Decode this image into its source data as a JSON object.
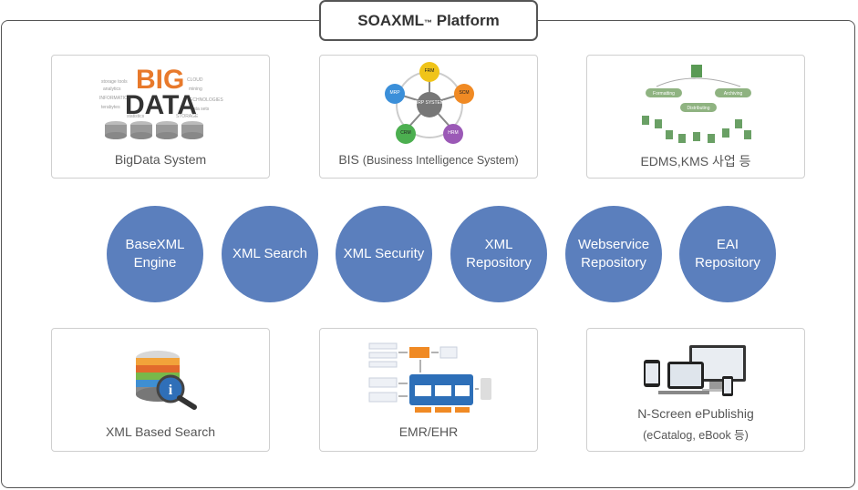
{
  "platform": {
    "title": "SOAXML",
    "tm": "™",
    "title_suffix": " Platform"
  },
  "cards_top": [
    {
      "label": "BigData System",
      "illustration": "big-data-word-cloud",
      "word_big": "BIG",
      "word_data": "DATA"
    },
    {
      "label": "BIS",
      "label_detail": "(Business Intelligence System)",
      "illustration": "erp-system-diagram",
      "center": "ERP SYSTEM",
      "nodes": [
        "FRM",
        "SCM",
        "HRM",
        "CRM",
        "MRP"
      ]
    },
    {
      "label": "EDMS,KMS 사업 등",
      "illustration": "document-lifecycle-diagram",
      "steps": [
        "Formatting",
        "Archiving",
        "Distributing"
      ]
    }
  ],
  "services": [
    {
      "line1": "BaseXML",
      "line2": "Engine"
    },
    {
      "line1": "XML Search",
      "line2": ""
    },
    {
      "line1": "XML Security",
      "line2": ""
    },
    {
      "line1": "XML",
      "line2": "Repository"
    },
    {
      "line1": "Webservice",
      "line2": "Repository"
    },
    {
      "line1": "EAI",
      "line2": "Repository"
    }
  ],
  "cards_bottom": [
    {
      "label": "XML Based Search",
      "illustration": "database-info-search-icon"
    },
    {
      "label": "EMR/EHR",
      "illustration": "emr-flow-diagram"
    },
    {
      "label": "N-Screen ePublishig",
      "sublabel": "(eCatalog, eBook 등)",
      "illustration": "multi-device-screens"
    }
  ],
  "colors": {
    "circle": "#5b7fbd",
    "border": "#555555",
    "card_border": "#cfcfcf",
    "text": "#555555",
    "accent_orange": "#f08a24"
  }
}
